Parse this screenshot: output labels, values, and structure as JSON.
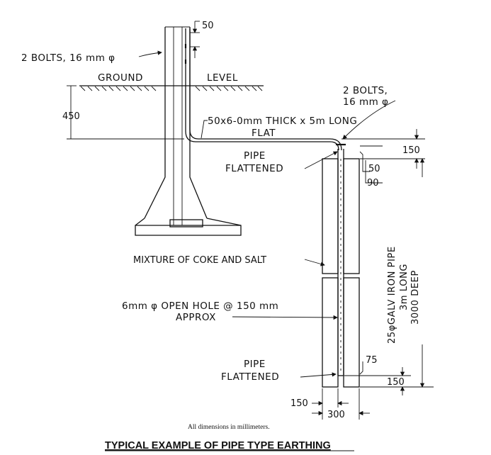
{
  "labels": {
    "bolts_left": "2 BOLTS, 16 mm φ",
    "dim_50_top": "50",
    "ground": "GROUND",
    "level": "LEVEL",
    "dim_450": "450",
    "bolts_right_1": "2 BOLTS,",
    "bolts_right_2": "16 mm φ",
    "flat_1": "50x6-0mm THICK x 5m LONG",
    "flat_2": "FLAT",
    "pipe_flat_top_1": "PIPE",
    "pipe_flat_top_2": "FLATTENED",
    "dim_150_top": "150",
    "dim_50_mid": "50",
    "dim_90": "90",
    "pipe_spec_1": "25φGALV IRON PIPE",
    "pipe_spec_2": "3m LONG",
    "pipe_spec_3": "3000 DEEP",
    "mixture": "MIXTURE OF COKE AND SALT",
    "hole_1": "6mm φ OPEN HOLE @ 150 mm",
    "hole_2": "APPROX",
    "pipe_flat_bot_1": "PIPE",
    "pipe_flat_bot_2": "FLATTENED",
    "dim_75": "75",
    "dim_150_right": "150",
    "dim_150_bottom": "150",
    "dim_300": "300",
    "units_note": "All dimensions in millimeters.",
    "title": "TYPICAL EXAMPLE OF PIPE TYPE EARTHING"
  }
}
